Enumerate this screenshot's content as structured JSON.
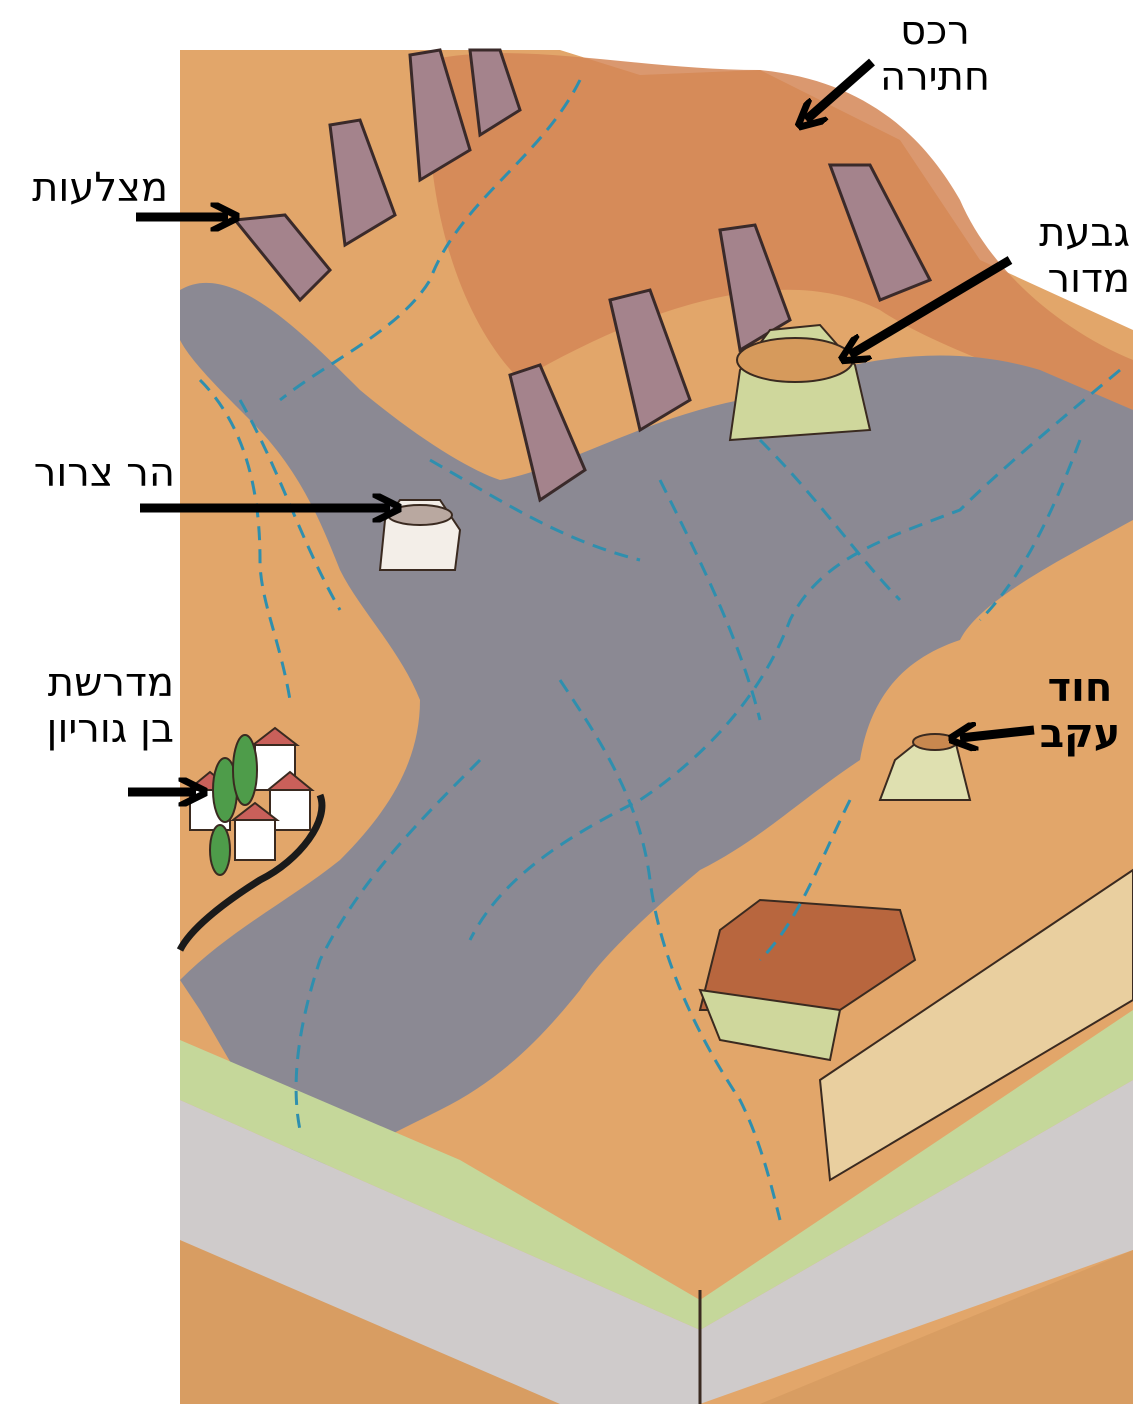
{
  "map": {
    "labels": {
      "reches_hatira": {
        "line1": "רכס",
        "line2": "חתירה"
      },
      "mitzlaot": {
        "line1": "מצלעות"
      },
      "givat_madur": {
        "line1": "גבעת",
        "line2": "מדור"
      },
      "har_tzror": {
        "line1": "הר צרור"
      },
      "midreshet": {
        "line1": "מדרשת",
        "line2": "בן גוריון"
      },
      "hod_akev": {
        "line1": "חוד",
        "line2": "עקב"
      }
    },
    "colors": {
      "sand": "#e3aa6a",
      "ridge_brown": "#d7895a",
      "ridge_purple": "#a7868d",
      "plain_gray": "#8c8a94",
      "green_layer": "#c6d79b",
      "wadi_blue": "#2f8fae",
      "arrow": "#000000"
    }
  }
}
